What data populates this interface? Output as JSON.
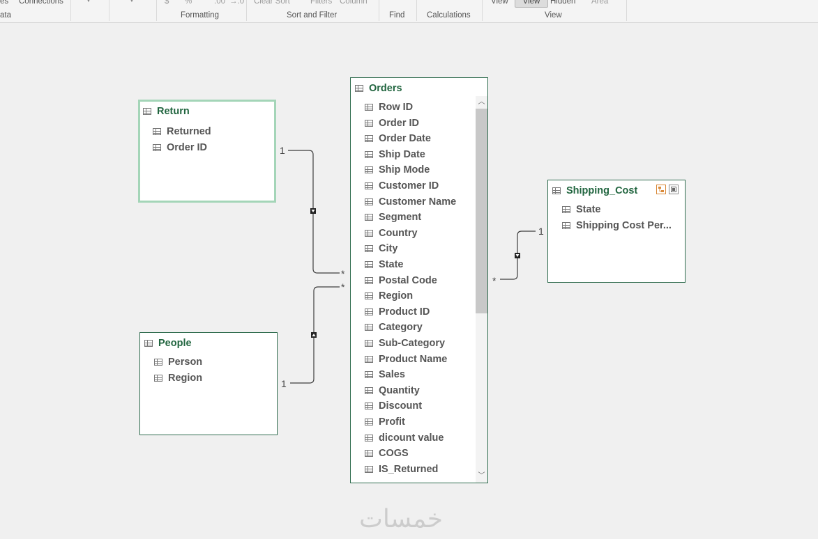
{
  "ribbon": {
    "top_row": [
      "es",
      "Connections",
      "Clear Sort",
      "Filters",
      "Column",
      "View",
      "View",
      "Hidden",
      "Area"
    ],
    "active_button": "View",
    "number_glyphs": [
      "$",
      "%",
      "’",
      ".00",
      "→.0"
    ],
    "groups": [
      "ata",
      "Formatting",
      "Sort and Filter",
      "Find",
      "Calculations",
      "View"
    ]
  },
  "tables": {
    "return": {
      "title": "Return",
      "fields": [
        "Returned",
        "Order ID"
      ]
    },
    "people": {
      "title": "People",
      "fields": [
        "Person",
        "Region"
      ]
    },
    "orders": {
      "title": "Orders",
      "fields": [
        "Row ID",
        "Order ID",
        "Order Date",
        "Ship Date",
        "Ship Mode",
        "Customer ID",
        "Customer Name",
        "Segment",
        "Country",
        "City",
        "State",
        "Postal Code",
        "Region",
        "Product ID",
        "Category",
        "Sub-Category",
        "Product Name",
        "Sales",
        "Quantity",
        "Discount",
        "Profit",
        "dicount value",
        "COGS",
        "IS_Returned"
      ]
    },
    "shipping_cost": {
      "title": "Shipping_Cost",
      "fields": [
        "State",
        "Shipping Cost Per..."
      ]
    }
  },
  "relationships": {
    "return_one": "1",
    "return_many": "*",
    "people_one": "1",
    "people_many": "*",
    "shipping_one": "1",
    "shipping_many": "*"
  },
  "watermark": "خمسات",
  "colors": {
    "table_title": "#21653f",
    "table_border": "#2e6b4d",
    "selected_border": "#a4d5b8",
    "canvas": "#f0f0f0"
  }
}
